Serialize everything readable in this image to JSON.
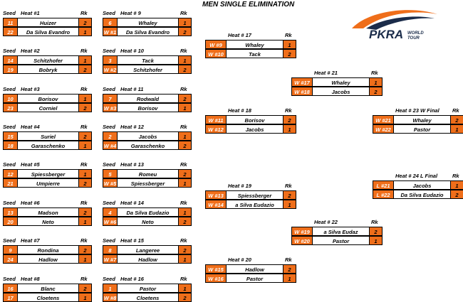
{
  "title": "MEN SINGLE ELIMINATION",
  "logo": {
    "text": "PKRA",
    "tagline": "WORLD TOUR",
    "accent_color": "#ef6e1a",
    "dark_color": "#1b2c4a"
  },
  "col_headers": {
    "seed": "Seed",
    "rk": "Rk"
  },
  "round1_left": [
    {
      "heat": "Heat #1",
      "rows": [
        {
          "seed": "11",
          "name": "Huizer",
          "rk": "2"
        },
        {
          "seed": "22",
          "name": "Da Silva Evandro",
          "rk": "1"
        }
      ]
    },
    {
      "heat": "Heat #2",
      "rows": [
        {
          "seed": "14",
          "name": "Schitzhofer",
          "rk": "1"
        },
        {
          "seed": "19",
          "name": "Bobryk",
          "rk": "2"
        }
      ]
    },
    {
      "heat": "Heat #3",
      "rows": [
        {
          "seed": "10",
          "name": "Borisov",
          "rk": "1"
        },
        {
          "seed": "23",
          "name": "Corniel",
          "rk": "2"
        }
      ]
    },
    {
      "heat": "Heat #4",
      "rows": [
        {
          "seed": "15",
          "name": "Suriel",
          "rk": "2"
        },
        {
          "seed": "18",
          "name": "Garaschenko",
          "rk": "1"
        }
      ]
    },
    {
      "heat": "Heat #5",
      "rows": [
        {
          "seed": "12",
          "name": "Spiessberger",
          "rk": "1"
        },
        {
          "seed": "21",
          "name": "Umpierre",
          "rk": "2"
        }
      ]
    },
    {
      "heat": "Heat #6",
      "rows": [
        {
          "seed": "13",
          "name": "Madson",
          "rk": "2"
        },
        {
          "seed": "20",
          "name": "Neto",
          "rk": "1"
        }
      ]
    },
    {
      "heat": "Heat #7",
      "rows": [
        {
          "seed": "9",
          "name": "Rondina",
          "rk": "2"
        },
        {
          "seed": "24",
          "name": "Hadlow",
          "rk": "1"
        }
      ]
    },
    {
      "heat": "Heat #8",
      "rows": [
        {
          "seed": "16",
          "name": "Blanc",
          "rk": "2"
        },
        {
          "seed": "17",
          "name": "Cloetens",
          "rk": "1"
        }
      ]
    }
  ],
  "round1_right": [
    {
      "heat": "Heat # 9",
      "rows": [
        {
          "seed": "6",
          "name": "Whaley",
          "rk": "1"
        },
        {
          "seed": "W #1",
          "name": "Da Silva Evandro",
          "rk": "2"
        }
      ]
    },
    {
      "heat": "Heat # 10",
      "rows": [
        {
          "seed": "3",
          "name": "Tack",
          "rk": "1"
        },
        {
          "seed": "W #2",
          "name": "Schitzhofer",
          "rk": "2"
        }
      ]
    },
    {
      "heat": "Heat # 11",
      "rows": [
        {
          "seed": "7",
          "name": "Rodwald",
          "rk": "2"
        },
        {
          "seed": "W #3",
          "name": "Borisov",
          "rk": "1"
        }
      ]
    },
    {
      "heat": "Heat # 12",
      "rows": [
        {
          "seed": "2",
          "name": "Jacobs",
          "rk": "1"
        },
        {
          "seed": "W #4",
          "name": "Garaschenko",
          "rk": "2"
        }
      ]
    },
    {
      "heat": "Heat # 13",
      "rows": [
        {
          "seed": "5",
          "name": "Romeu",
          "rk": "2"
        },
        {
          "seed": "W #5",
          "name": "Spiessberger",
          "rk": "1"
        }
      ]
    },
    {
      "heat": "Heat # 14",
      "rows": [
        {
          "seed": "4",
          "name": "Da Silva Eudazio",
          "rk": "1"
        },
        {
          "seed": "W #6",
          "name": "Neto",
          "rk": "2"
        }
      ]
    },
    {
      "heat": "Heat # 15",
      "rows": [
        {
          "seed": "8",
          "name": "Langeree",
          "rk": "2"
        },
        {
          "seed": "W #7",
          "name": "Hadlow",
          "rk": "1"
        }
      ]
    },
    {
      "heat": "Heat # 16",
      "rows": [
        {
          "seed": "1",
          "name": "Pastor",
          "rk": "1"
        },
        {
          "seed": "W #8",
          "name": "Cloetens",
          "rk": "2"
        }
      ]
    }
  ],
  "round3": [
    {
      "heat": "Heat # 17",
      "rows": [
        {
          "seed": "W #9",
          "name": "Whaley",
          "rk": "1"
        },
        {
          "seed": "W #10",
          "name": "Tack",
          "rk": "2"
        }
      ]
    },
    {
      "heat": "Heat # 18",
      "rows": [
        {
          "seed": "W #11",
          "name": "Borisov",
          "rk": "2"
        },
        {
          "seed": "W #12",
          "name": "Jacobs",
          "rk": "1"
        }
      ]
    },
    {
      "heat": "Heat # 19",
      "rows": [
        {
          "seed": "W #13",
          "name": "Spiessberger",
          "rk": "2"
        },
        {
          "seed": "W #14",
          "name": "a Silva Eudazio",
          "rk": "1"
        }
      ]
    },
    {
      "heat": "Heat # 20",
      "rows": [
        {
          "seed": "W #15",
          "name": "Hadlow",
          "rk": "2"
        },
        {
          "seed": "W #16",
          "name": "Pastor",
          "rk": "1"
        }
      ]
    }
  ],
  "round4": [
    {
      "heat": "Heat # 21",
      "rows": [
        {
          "seed": "W #17",
          "name": "Whaley",
          "rk": "1"
        },
        {
          "seed": "W #18",
          "name": "Jacobs",
          "rk": "2"
        }
      ]
    },
    {
      "heat": "Heat # 22",
      "rows": [
        {
          "seed": "W #19",
          "name": "a Silva Eudaz",
          "rk": "2"
        },
        {
          "seed": "W #20",
          "name": "Pastor",
          "rk": "1"
        }
      ]
    }
  ],
  "finals": [
    {
      "heat": "Heat # 23 W Final",
      "rows": [
        {
          "seed": "W #21",
          "name": "Whaley",
          "rk": "2"
        },
        {
          "seed": "W #22",
          "name": "Pastor",
          "rk": "1"
        }
      ]
    },
    {
      "heat": "Heat # 24 L Final",
      "rows": [
        {
          "seed": "L #21",
          "name": "Jacobs",
          "rk": "1"
        },
        {
          "seed": "L #22",
          "name": "Da Silva Eudazio",
          "rk": "2"
        }
      ]
    }
  ]
}
